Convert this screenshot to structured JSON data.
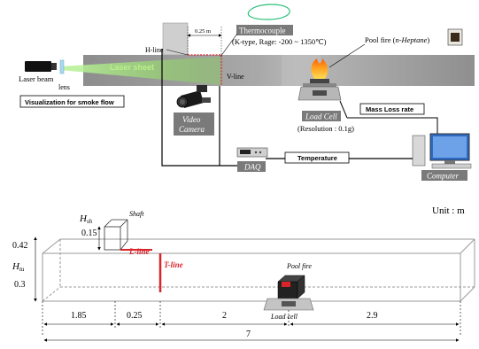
{
  "setup": {
    "thermocouple_label": "Thermocouple",
    "thermocouple_spec": "(K-type, Rage: -200 ~ 1350℃)",
    "h_line_label": "H-line",
    "spacing_label": "0.25 m",
    "v_line_label": "V-line",
    "pool_fire_label": "Pool fire (",
    "pool_fire_fuel": "n-Heptane",
    "pool_fire_close": ")",
    "laser_sheet_label": "Laser sheet",
    "laser_beam_label": "Laser beam",
    "lens_label": "lens",
    "visualization_label": "Visualization for smoke flow",
    "video_camera_line1": "Video",
    "video_camera_line2": "Camera",
    "load_cell_label": "Load Cell",
    "resolution_label": "(Resolution : 0.1g)",
    "mass_loss_label": "Mass Loss rate",
    "temperature_label": "Temperature",
    "daq_label": "DAQ",
    "computer_label": "Computer"
  },
  "schematic": {
    "unit_label": "Unit : m",
    "shaft_label": "Shaft",
    "h_sh_label": "H",
    "h_sh_sub": "sh",
    "h_sh_value": "0.15",
    "h_tu_label": "H",
    "h_tu_sub": "tu",
    "h_tu_value": "0.3",
    "total_height_value": "0.42",
    "l_line_label": "L-line",
    "t_line_label": "T-line",
    "pool_fire_label": "Pool fire",
    "load_cell_label": "Load cell",
    "dim_1": "1.85",
    "dim_2": "0.25",
    "dim_3": "2",
    "dim_4": "2.9",
    "dim_total": "7"
  },
  "colors": {
    "laser_green": "#7fd64a",
    "line_red": "#d9242a",
    "label_box": "#7a7a7a",
    "tunnel_gray": "#9a9a9a"
  }
}
